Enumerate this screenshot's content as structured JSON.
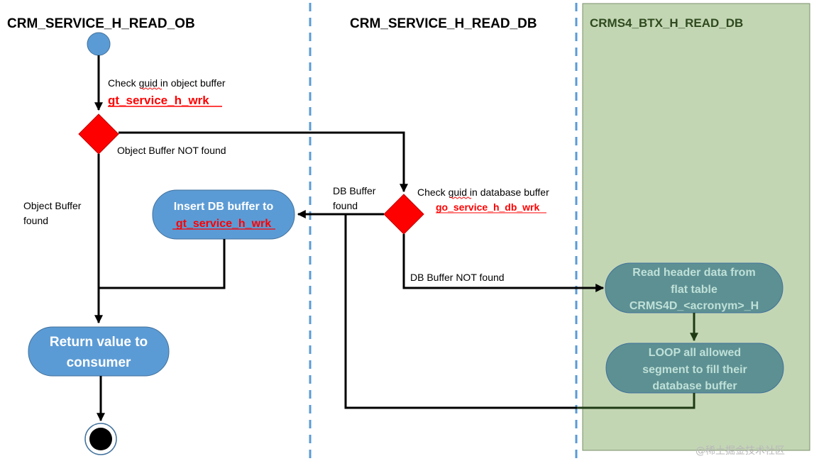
{
  "lanes": {
    "lane1_title": "CRM_SERVICE_H_READ_OB",
    "lane2_title": "CRM_SERVICE_H_READ_DB",
    "lane3_title": "CRMS4_BTX_H_READ_DB"
  },
  "labels": {
    "check_ob_text": "Check guid in object buffer",
    "check_ob_var": "gt_service_h_wrk",
    "ob_not_found": "Object Buffer NOT found",
    "ob_found_line1": "Object Buffer",
    "ob_found_line2": "found",
    "db_found_line1": "DB Buffer",
    "db_found_line2": "found",
    "check_db_text": "Check guid in database buffer",
    "check_db_var": "go_service_h_db_wrk",
    "db_not_found": "DB Buffer NOT found"
  },
  "activities": {
    "insert_line1": "Insert DB buffer to",
    "insert_line2": "gt_service_h_wrk",
    "return_line1": "Return value to",
    "return_line2": "consumer",
    "read_line1": "Read header data from",
    "read_line2": "flat table",
    "read_line3": "CRMS4D_<acronym>_H",
    "loop_line1": "LOOP all allowed",
    "loop_line2": "segment to fill their",
    "loop_line3": "database buffer"
  },
  "watermark": "@稀土掘金技术社区",
  "colors": {
    "lane3_fill": "#c3d6b4",
    "activity_blue": "#5b9bd5",
    "activity_teal": "#5d9092",
    "decision_red": "#ff0000",
    "start_node": "#5b9bd5",
    "lane_divider": "#5b9bd5"
  }
}
